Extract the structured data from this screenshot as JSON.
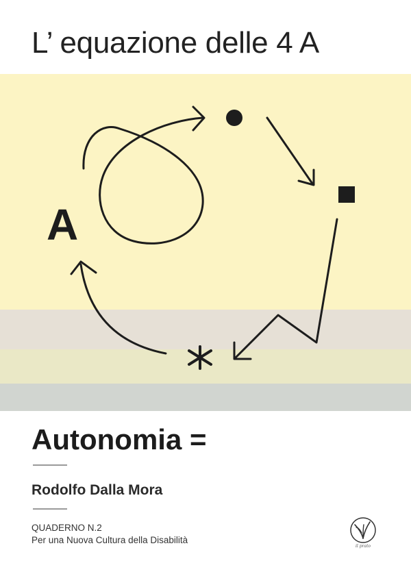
{
  "cover": {
    "title": "L’ equazione delle 4 A",
    "symbol_letter": "A",
    "subtitle": "Autonomia =",
    "author": "Rodolfo Dalla Mora",
    "series_number": "QUADERNO N.2",
    "series_name": "Per una Nuova Cultura della Disabilità",
    "publisher_logo_text": "il prato"
  },
  "colors": {
    "band_yellow": "#fcf4c4",
    "band_grey": "#e6e0d6",
    "band_olive": "#eae8c6",
    "band_slate": "#d1d5d0",
    "ink": "#1d1d1d"
  }
}
